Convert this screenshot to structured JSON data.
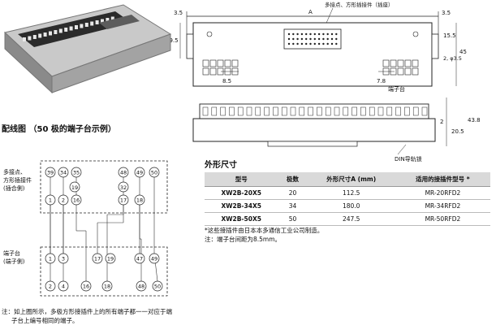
{
  "dimensions": {
    "left_margin": "3.5",
    "right_margin": "3.5",
    "overall": "A",
    "height_left": "29.5",
    "height_right": "45",
    "d15_5": "15.5",
    "hole": "2, φ3.5",
    "pitch_8_5": "8.5",
    "pitch_7_8": "7.8",
    "height_43_8": "43.8",
    "height_20_5": "20.5",
    "height_2": "2"
  },
  "labels": {
    "connector": "多接点、方形插接件（插座）",
    "terminal_block": "端子台",
    "din_rail": "DIN导轨锁"
  },
  "wiring": {
    "title": "配线图 （50 极的端子台示例）",
    "connector_label": [
      "多接点、",
      "方形插接件",
      "(插合側)"
    ],
    "terminal_label": [
      "端子台",
      "(端子側)"
    ],
    "top_row_1": [
      "39",
      "34",
      "35",
      "48",
      "49",
      "50"
    ],
    "top_row_2": [
      "1",
      "2",
      "16",
      "17",
      "18"
    ],
    "center_pin": "19",
    "center_pin_2": "32",
    "term_row_1": [
      "1",
      "3",
      "17",
      "19",
      "47",
      "49"
    ],
    "term_row_2": [
      "2",
      "4",
      "16",
      "18",
      "48",
      "50"
    ],
    "note": [
      "注：如上圈所示，多极方形接插件上的所有端子都一一对应于端",
      "子台上编号相同的端子。"
    ]
  },
  "spec": {
    "title": "外形尺寸",
    "headers": [
      "型号",
      "极数",
      "外形尺寸A (mm)",
      "适用的接插件型号 *"
    ],
    "rows": [
      [
        "XW2B-20X5",
        "20",
        "112.5",
        "MR-20RFD2"
      ],
      [
        "XW2B-34X5",
        "34",
        "180.0",
        "MR-34RFD2"
      ],
      [
        "XW2B-50X5",
        "50",
        "247.5",
        "MR-50RFD2"
      ]
    ],
    "notes": [
      "*这些接插件由日本本多通信工业公司制造。",
      "注：端子台间距为8.5mm。"
    ]
  }
}
